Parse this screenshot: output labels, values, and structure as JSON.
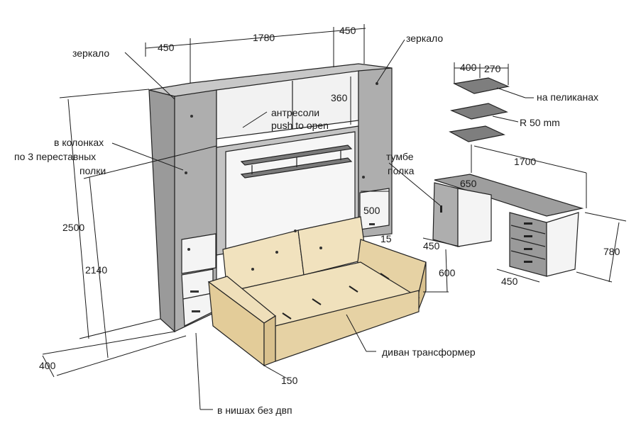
{
  "labels": {
    "mirror_left": "зеркало",
    "mirror_right": "зеркало",
    "mezzanine_line1": "антресоли",
    "mezzanine_line2": "push to open",
    "columns_line1": "в колонках",
    "columns_line2": "по 3 переставных",
    "columns_line3": "полки",
    "pelican": "на пеликанах",
    "radius": "R 50 mm",
    "pedestal_line1": "тумбе",
    "pedestal_line2": "полка",
    "sofa": "диван трансформер",
    "niches": "в нишах без двп"
  },
  "dimensions": {
    "top_left_width": "450",
    "top_center_width": "1780",
    "top_right_width": "450",
    "mezzanine_height": "360",
    "total_height": "2500",
    "inner_height": "2140",
    "depth": "400",
    "sofa_offset": "150",
    "shelf_depth": "400",
    "shelf_width": "270",
    "desk_length": "1700",
    "desk_side": "650",
    "column_niche": "500",
    "column_small": "15",
    "pedestal_depth": "450",
    "sofa_height": "600",
    "desk_height": "780",
    "drawer_depth": "450"
  },
  "colors": {
    "cabinet": "#aeaeae",
    "cabinet_dark": "#8c8c8c",
    "panel": "#f1f1f1",
    "sofa": "#ecd9ad",
    "sofa_dark": "#d9c18e",
    "shelf": "#7a7a7a"
  }
}
